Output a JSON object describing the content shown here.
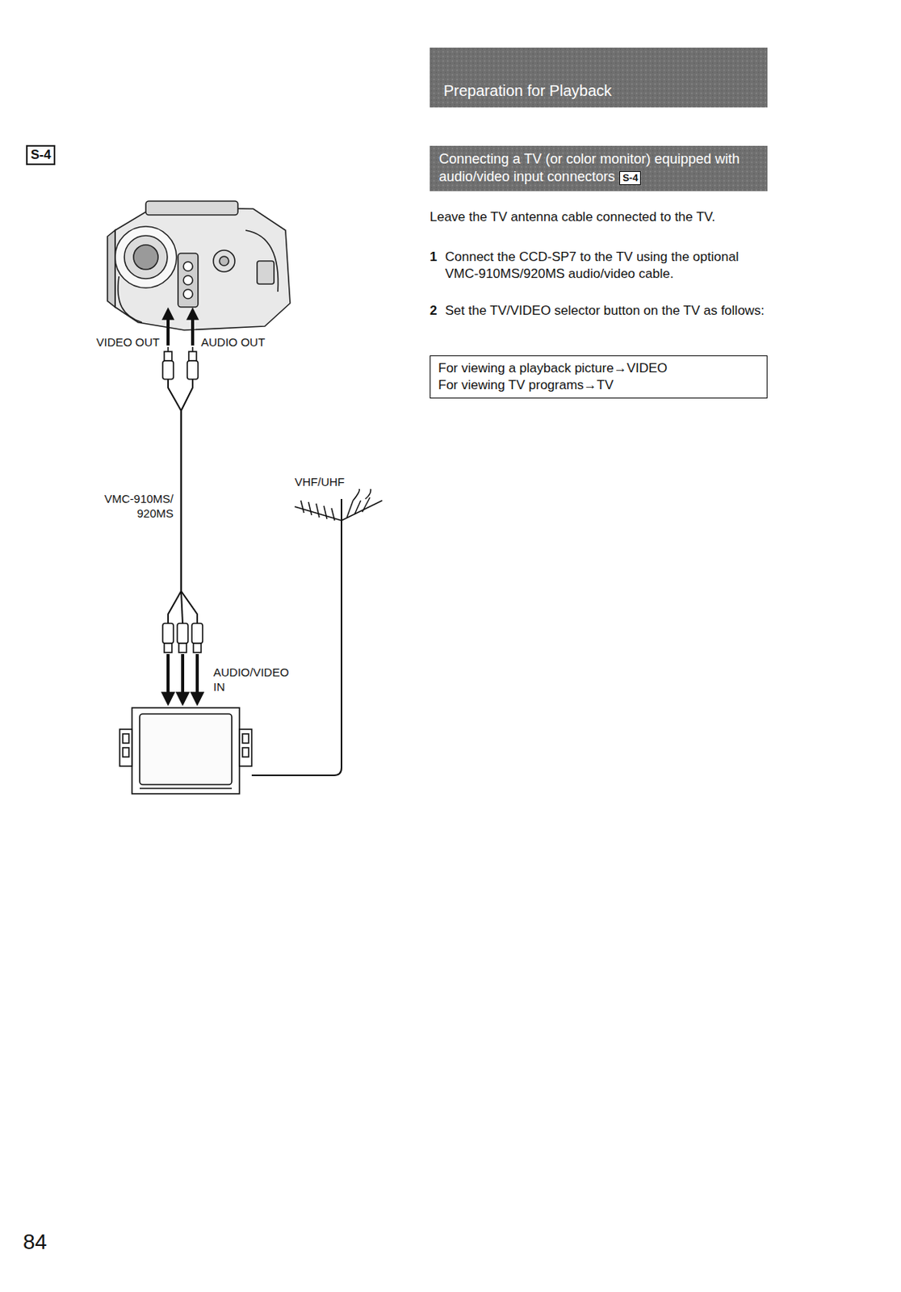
{
  "diagram": {
    "title": "Preparation for Playback",
    "nodes": [
      {
        "text": [
          "Connecting a TV (or color monitor) equipped with audio/video input connectors"
        ]
      },
      {
        "text": [
          "S-4"
        ],
        "in": 0
      },
      {
        "text": [
          "S-4"
        ]
      },
      {
        "text": [
          "For viewing a playback picture→VIDEO",
          "For viewing TV programs→TV"
        ]
      }
    ],
    "labels": [
      "Leave the TV antenna cable connected to the TV.",
      "1",
      "Connect the CCD-SP7 to the TV using the optional VMC-910MS/920MS audio/video cable.",
      "2",
      "Set the TV/VIDEO selector button on the TV as follows:",
      "VIDEO OUT",
      "AUDIO OUT",
      "VMC-910MS/ 920MS",
      "VHF/UHF",
      "AUDIO/VIDEO IN",
      "84"
    ]
  }
}
